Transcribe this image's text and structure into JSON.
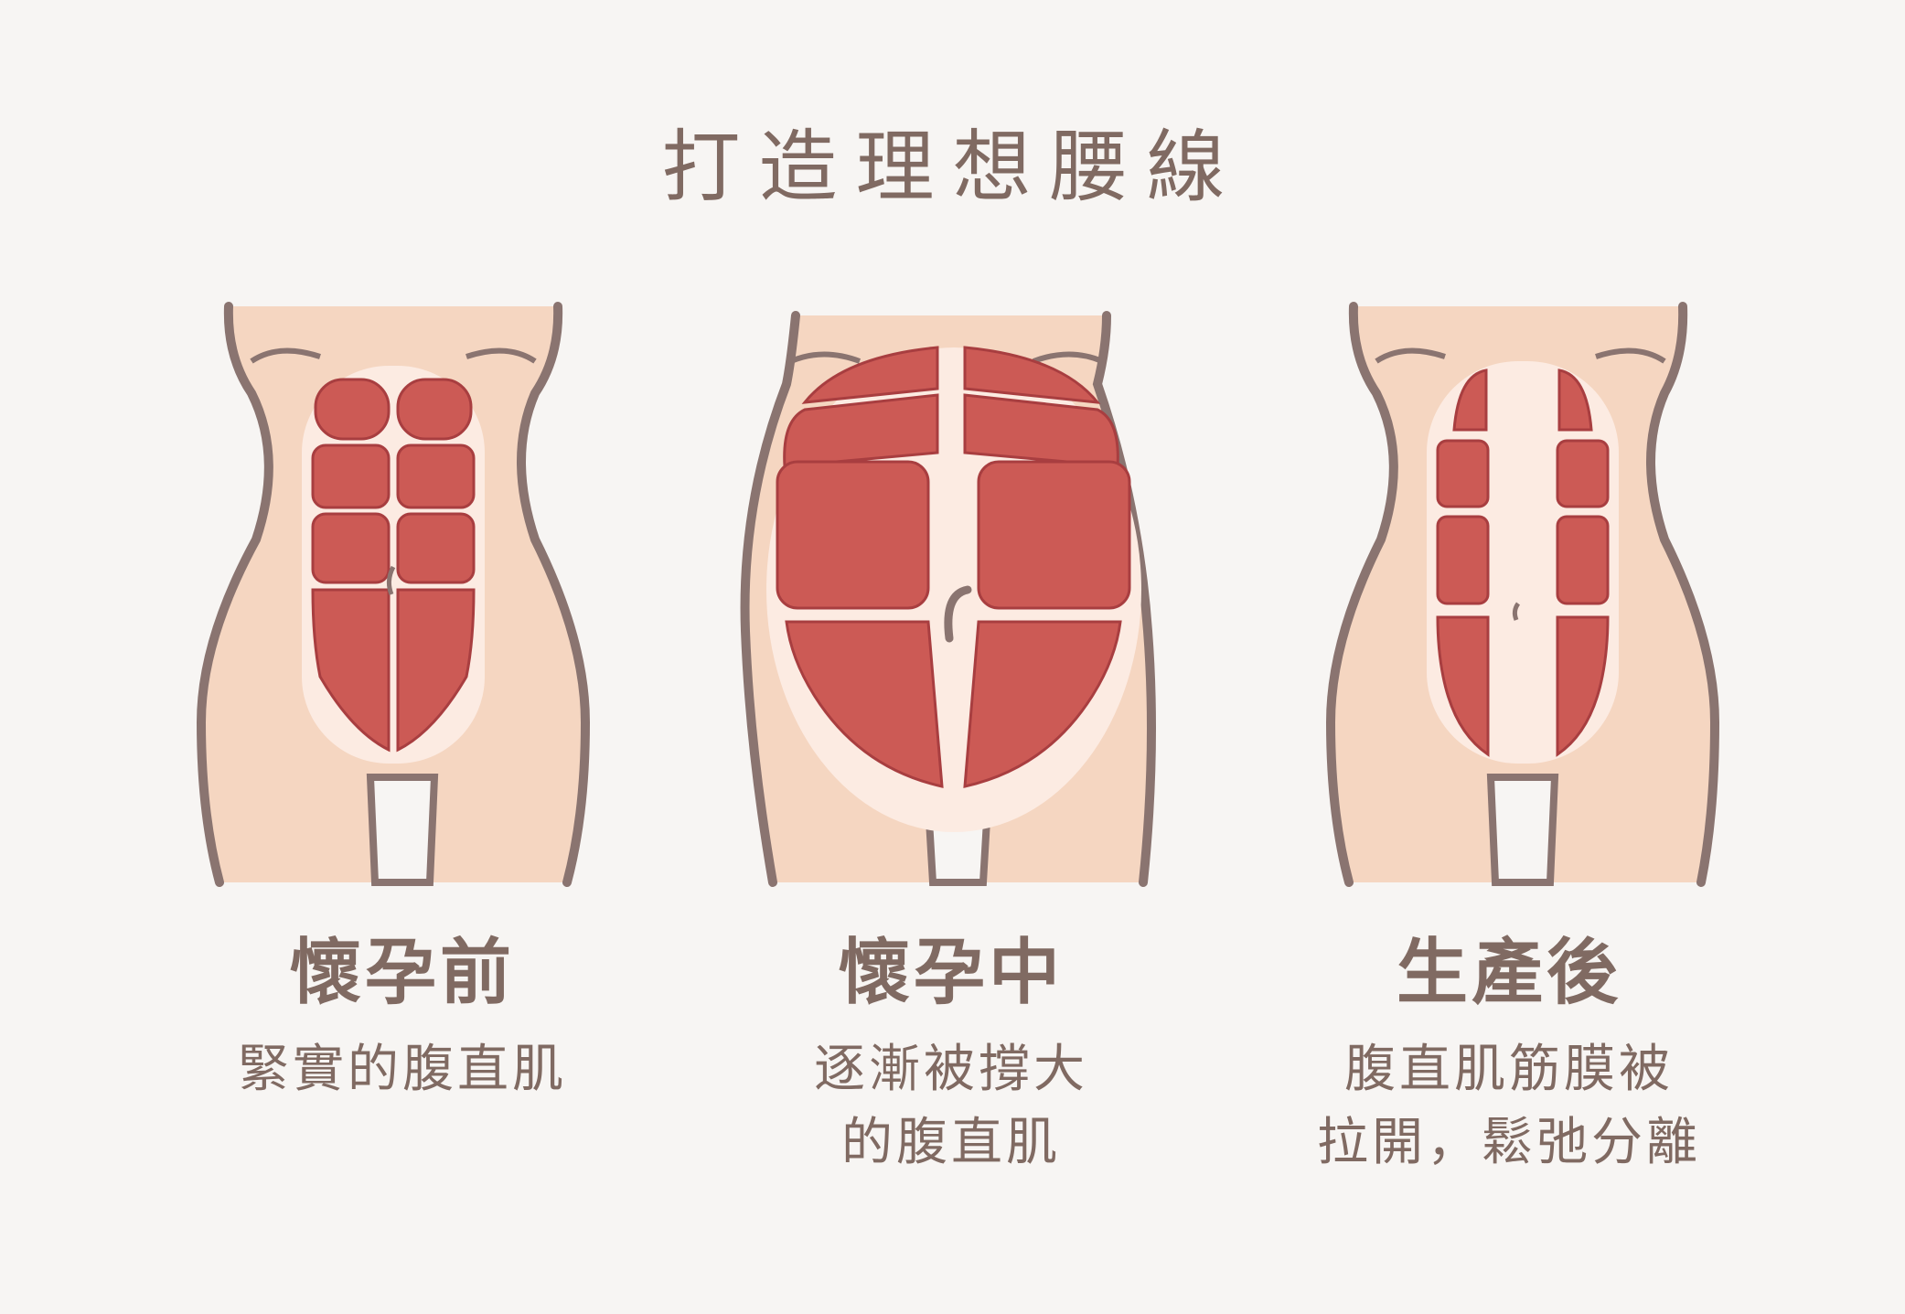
{
  "title": "打造理想腰線",
  "colors": {
    "background": "#f7f5f3",
    "skin": "#f5d6c1",
    "outline": "#8a7470",
    "muscle": "#cc5a55",
    "muscle_line": "#a83e40",
    "sheath": "#fcebe2",
    "text": "#806a62"
  },
  "stages": [
    {
      "label": "懷孕前",
      "desc_lines": [
        "緊實的腹直肌"
      ]
    },
    {
      "label": "懷孕中",
      "desc_lines": [
        "逐漸被撐大",
        "的腹直肌"
      ]
    },
    {
      "label": "生產後",
      "desc_lines": [
        "腹直肌筋膜被",
        "拉開，鬆弛分離"
      ]
    }
  ]
}
